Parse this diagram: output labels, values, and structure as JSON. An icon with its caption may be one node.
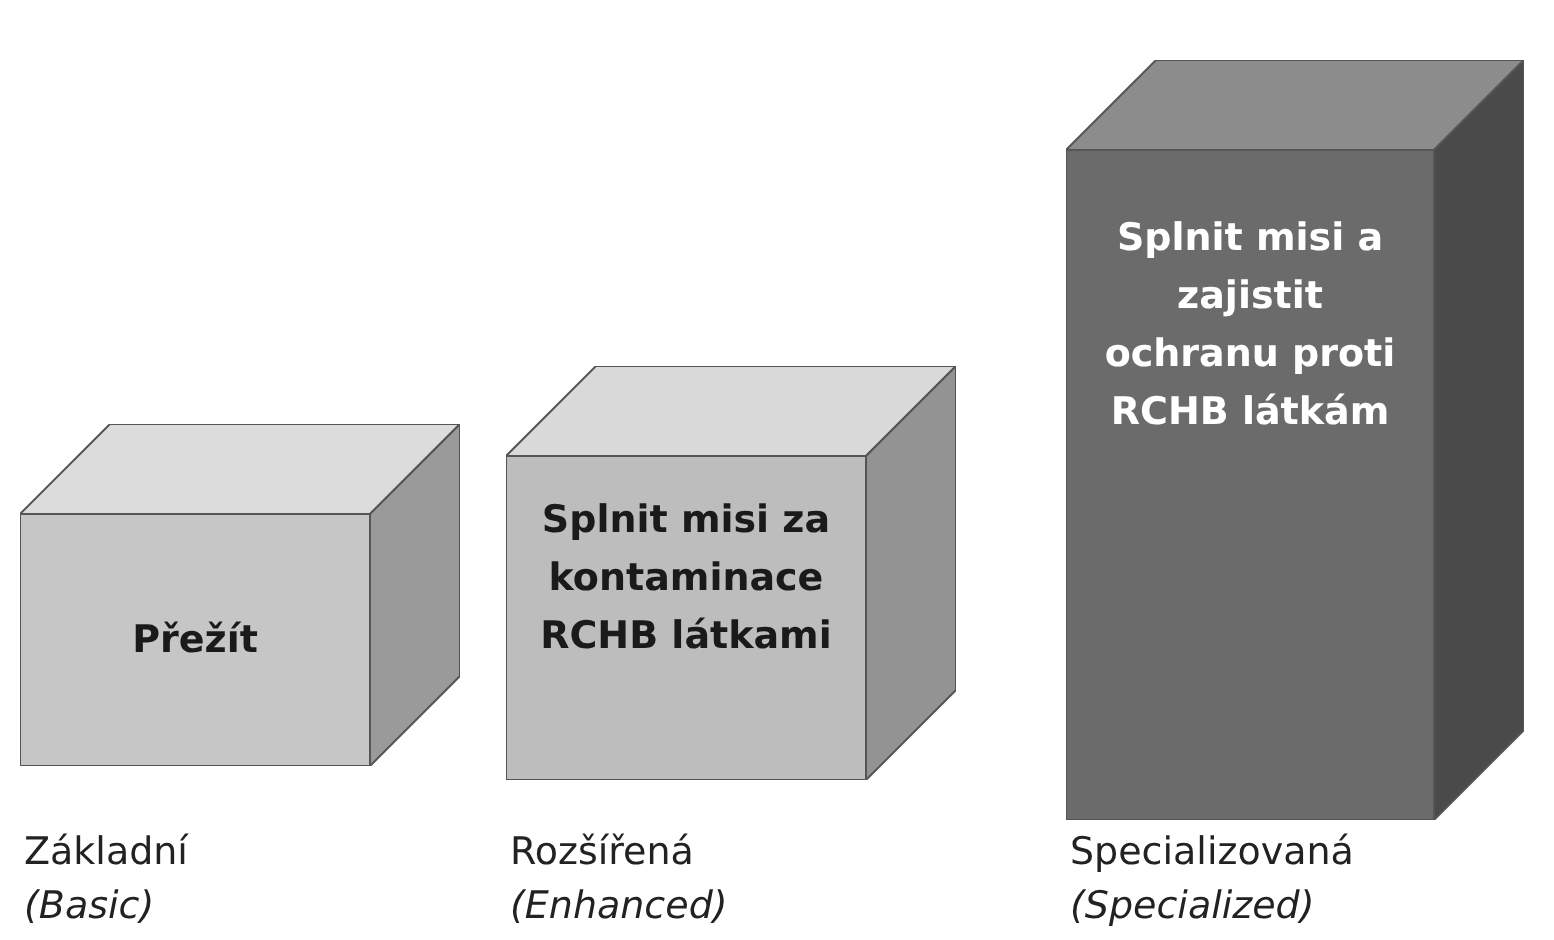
{
  "diagram": {
    "nodes": [
      {
        "text": [
          "Přežít"
        ],
        "beside": [
          "Základní *(Basic)*"
        ]
      },
      {
        "text": [
          "Splnit misi za kontaminace RCHB látkami"
        ],
        "beside": [
          "Rozšířená *(Enhanced)*"
        ]
      },
      {
        "text": [
          "Splnit misi a zajistit ochranu proti RCHB látkám"
        ],
        "beside": [
          "Specializovaná *(Specialized)*"
        ]
      }
    ]
  }
}
